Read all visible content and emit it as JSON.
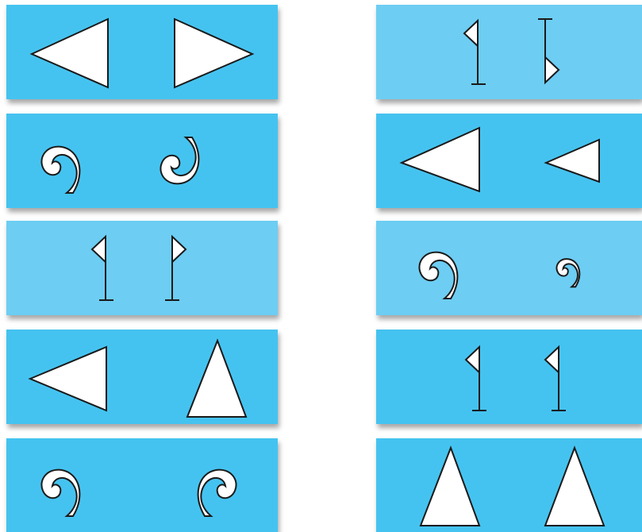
{
  "colors": {
    "card_bright": "#45c3f0",
    "card_light": "#6dcdf3",
    "shape_fill": "#ffffff",
    "shape_stroke": "#1a1a1a"
  },
  "cards": [
    {
      "shade": "bright",
      "shapes": [
        "triangle-left",
        "triangle-right"
      ]
    },
    {
      "shade": "bright",
      "shapes": [
        "spiral-right",
        "spiral-left"
      ]
    },
    {
      "shade": "light",
      "shapes": [
        "flag-left",
        "flag-right"
      ]
    },
    {
      "shade": "bright",
      "shapes": [
        "triangle-left",
        "triangle-up"
      ]
    },
    {
      "shade": "bright",
      "shapes": [
        "spiral-right",
        "spiral-up"
      ]
    },
    {
      "shade": "light",
      "shapes": [
        "flag-left",
        "flag-upside-down"
      ]
    },
    {
      "shade": "bright",
      "shapes": [
        "triangle-left-large",
        "triangle-left-small"
      ]
    },
    {
      "shade": "light",
      "shapes": [
        "spiral-right-large",
        "spiral-right-small"
      ]
    },
    {
      "shade": "bright",
      "shapes": [
        "flag-left",
        "flag-left"
      ]
    },
    {
      "shade": "bright",
      "shapes": [
        "triangle-up",
        "triangle-up"
      ]
    }
  ]
}
